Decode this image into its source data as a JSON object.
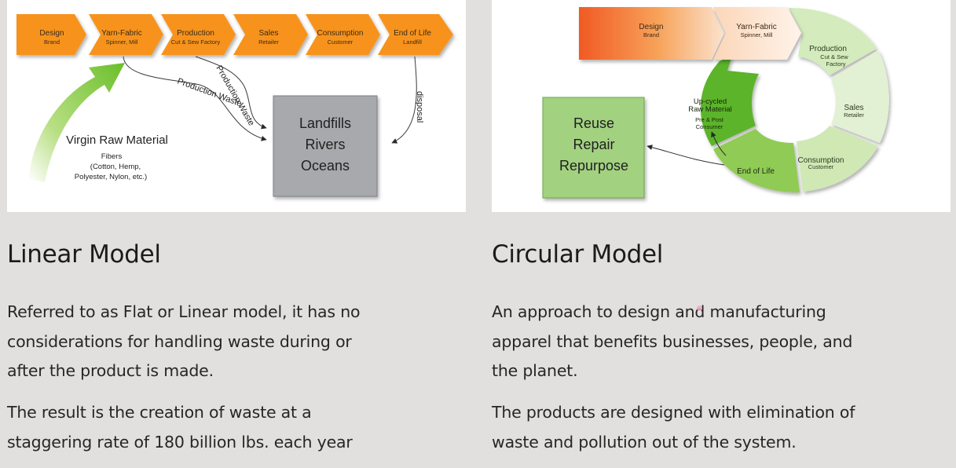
{
  "linear": {
    "heading": "Linear Model",
    "paragraphs": [
      "Referred to as Flat or Linear model, it has no considerations for handling waste during or after the product is made.",
      "The result is the creation of waste at a staggering rate of 180 billion lbs. each year"
    ],
    "diagram": {
      "stages": [
        {
          "title": "Design",
          "sub": "Brand"
        },
        {
          "title": "Yarn-Fabric",
          "sub": "Spinner, Mill"
        },
        {
          "title": "Production",
          "sub": "Cut & Sew Factory"
        },
        {
          "title": "Sales",
          "sub": "Retailer"
        },
        {
          "title": "Consumption",
          "sub": "Customer"
        },
        {
          "title": "End of Life",
          "sub": "Landfill"
        }
      ],
      "raw_material": {
        "title": "Virgin Raw Material",
        "line1": "Fibers",
        "line2": "(Cotton, Hemp,",
        "line3": "Polyester, Nylon, etc.)"
      },
      "waste_label_1": "Production Waste",
      "waste_label_2": "Production Waste",
      "disposal_label": "disposal",
      "destination": [
        "Landfills",
        "Rivers",
        "Oceans"
      ]
    }
  },
  "circular": {
    "heading": "Circular Model",
    "paragraphs": [
      "An approach to design and manufacturing apparel that benefits businesses, people, and the planet.",
      "The products are designed with elimination of waste and pollution out of the system."
    ],
    "diagram": {
      "design": {
        "title": "Design",
        "sub": "Brand"
      },
      "yarn": {
        "title": "Yarn-Fabric",
        "sub": "Spinner, Mill"
      },
      "production": {
        "title": "Production",
        "sub1": "Cut & Sew",
        "sub2": "Factory"
      },
      "sales": {
        "title": "Sales",
        "sub": "Retailer"
      },
      "consumption": {
        "title": "Consumption",
        "sub": "Customer"
      },
      "end_of_life": {
        "title": "End of Life"
      },
      "upcycled": {
        "line1": "Up-cycled",
        "line2": "Raw Material",
        "sub1": "Pre & Post",
        "sub2": "Consumer"
      },
      "recovery": [
        "Reuse",
        "Repair",
        "Repurpose"
      ]
    }
  },
  "colors": {
    "orange": "#f7931e",
    "orange_dark": "#f15a24",
    "green": "#8cc63f",
    "light_green": "#a9d18e",
    "gray_box": "#a7a9ac",
    "background": "#e2e0de"
  }
}
